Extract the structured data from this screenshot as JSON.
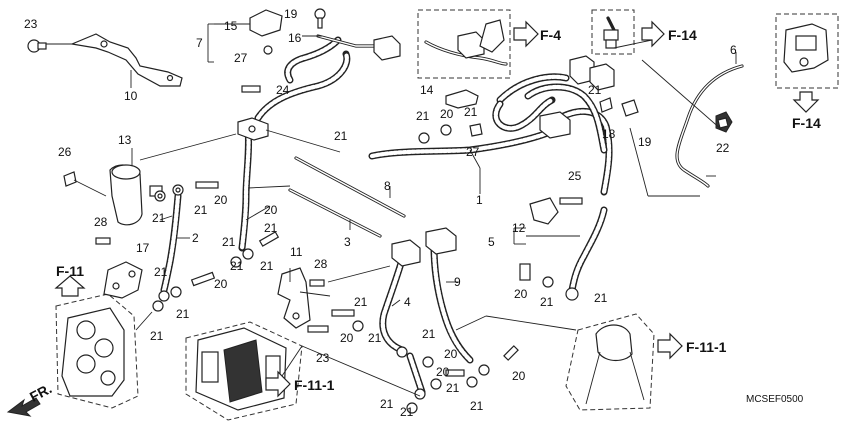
{
  "diagram_code": "MCSEF0500",
  "direction_label": "FR.",
  "references": {
    "f4": "F-4",
    "f14_top": "F-14",
    "f14_right": "F-14",
    "f11_left": "F-11",
    "f11_1_bottom": "F-11-1",
    "f11_1_right": "F-11-1"
  },
  "callouts": {
    "n1": "1",
    "n2": "2",
    "n3": "3",
    "n4": "4",
    "n5": "5",
    "n6": "6",
    "n7": "7",
    "n8": "8",
    "n9": "9",
    "n10": "10",
    "n11": "11",
    "n12": "12",
    "n13": "13",
    "n14": "14",
    "n15": "15",
    "n16": "16",
    "n17": "17",
    "n18": "18",
    "n19a": "19",
    "n19b": "19",
    "n20": "20",
    "n21": "21",
    "n22": "22",
    "n23": "23",
    "n24": "24",
    "n25": "25",
    "n26": "26",
    "n27": "27",
    "n28": "28"
  },
  "repeated_callouts": {
    "n20": [
      "20",
      "20",
      "20",
      "20",
      "20",
      "20",
      "20",
      "20"
    ],
    "n21": [
      "21",
      "21",
      "21",
      "21",
      "21",
      "21",
      "21",
      "21",
      "21",
      "21",
      "21",
      "21",
      "21",
      "21",
      "21",
      "21",
      "21",
      "21",
      "21",
      "21",
      "21"
    ],
    "n23": [
      "23"
    ],
    "n27": [
      "27"
    ],
    "n28": [
      "28"
    ]
  }
}
